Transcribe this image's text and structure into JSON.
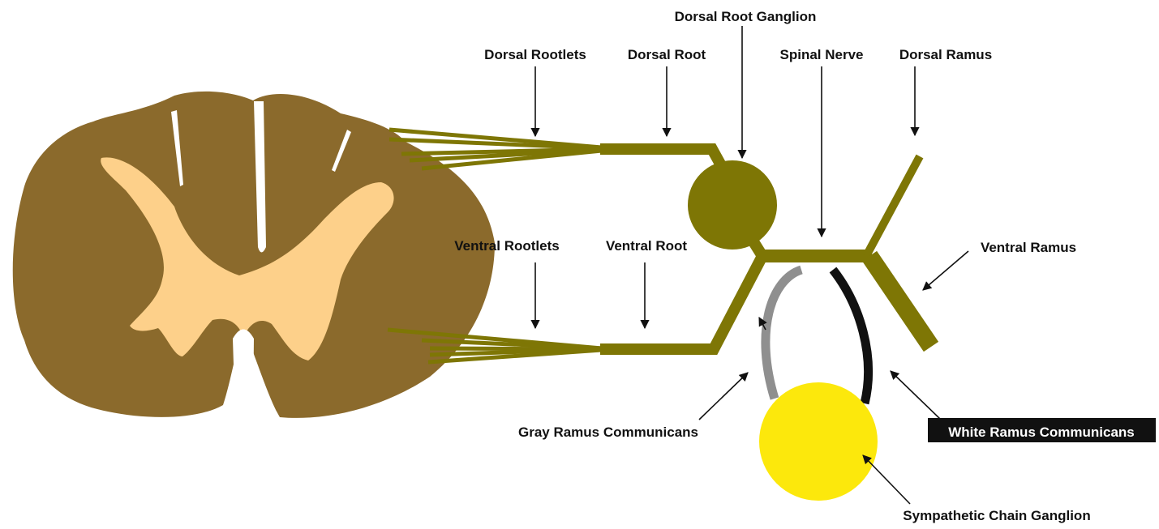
{
  "labels": {
    "dorsal_root_ganglion": "Dorsal Root Ganglion",
    "dorsal_rootlets": "Dorsal Rootlets",
    "dorsal_root": "Dorsal Root",
    "spinal_nerve": "Spinal Nerve",
    "dorsal_ramus": "Dorsal Ramus",
    "ventral_rootlets": "Ventral Rootlets",
    "ventral_root": "Ventral Root",
    "ventral_ramus": "Ventral Ramus",
    "gray_ramus_communicans": "Gray Ramus Communicans",
    "white_ramus_communicans": "White Ramus Communicans",
    "sympathetic_chain_ganglion": "Sympathetic Chain Ganglion"
  },
  "colors": {
    "white_matter": "#8B6A2C",
    "gray_matter": "#FDD08A",
    "nerve": "#7E7605",
    "gray_ramus": "#8F8F8F",
    "white_ramus": "#111111",
    "chain_ganglion": "#FCE80C",
    "label_text": "#111111",
    "highlight_label_bg": "#111111",
    "highlight_label_text": "#FFFFFF"
  }
}
